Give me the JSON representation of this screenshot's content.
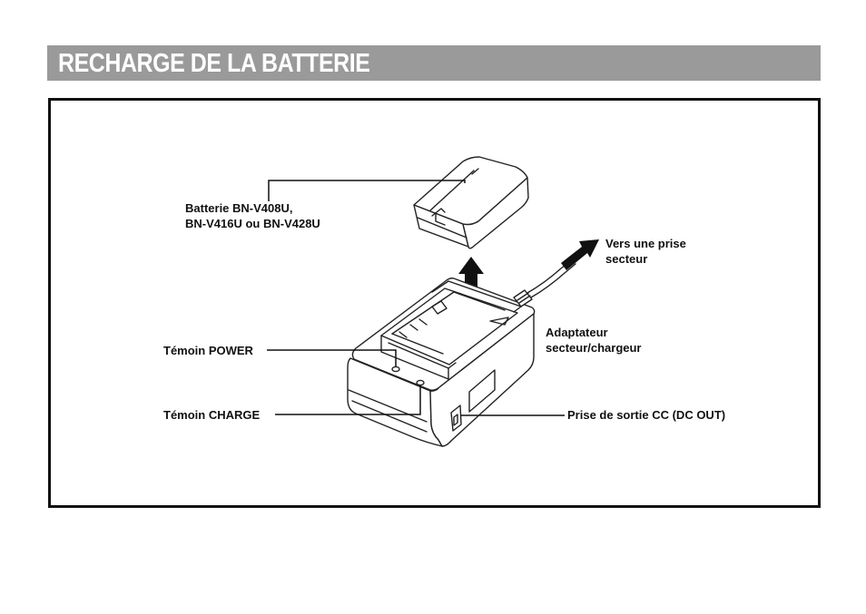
{
  "page": {
    "title": "RECHARGE DE LA BATTERIE"
  },
  "diagram": {
    "labels": {
      "battery_line1": "Batterie BN-V408U,",
      "battery_line2": "BN-V416U ou BN-V428U",
      "outlet_line1": "Vers une prise",
      "outlet_line2": "secteur",
      "adapter_line1": "Adaptateur",
      "adapter_line2": "secteur/chargeur",
      "power_lamp": "Témoin POWER",
      "charge_lamp": "Témoin CHARGE",
      "dc_out": "Prise de sortie CC (DC OUT)"
    }
  },
  "colors": {
    "title_bar": "#9a9a9a",
    "title_text": "#ffffff",
    "frame": "#111111"
  }
}
